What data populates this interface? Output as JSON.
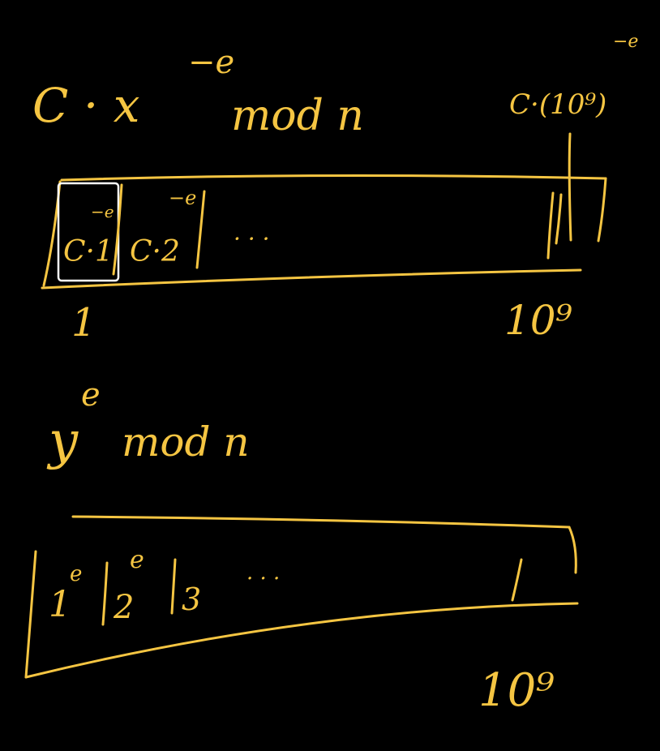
{
  "canvas": {
    "background": "#000000",
    "ink_color": "#F5C542",
    "highlight_color": "#FFFFFF"
  },
  "top": {
    "formula_base": "C · x",
    "formula_exponent": "−e",
    "formula_tail": "mod n",
    "last_cell_label": "C·(10⁹)",
    "last_cell_exponent": "−e",
    "cell1_exponent": "−e",
    "cell1_text": "C·1",
    "cell2_exponent": "−e",
    "cell2_text": "C·2",
    "ellipsis": "· · ·",
    "start_label": "1",
    "end_label": "10⁹"
  },
  "bottom": {
    "formula_base": "y",
    "formula_exponent": "e",
    "formula_tail": "mod n",
    "cell1_text": "1",
    "cell1_exponent": "e",
    "cell2_text": "2",
    "cell2_exponent": "e",
    "cell3_text": "3",
    "ellipsis": "· · ·",
    "end_label": "10⁹"
  }
}
